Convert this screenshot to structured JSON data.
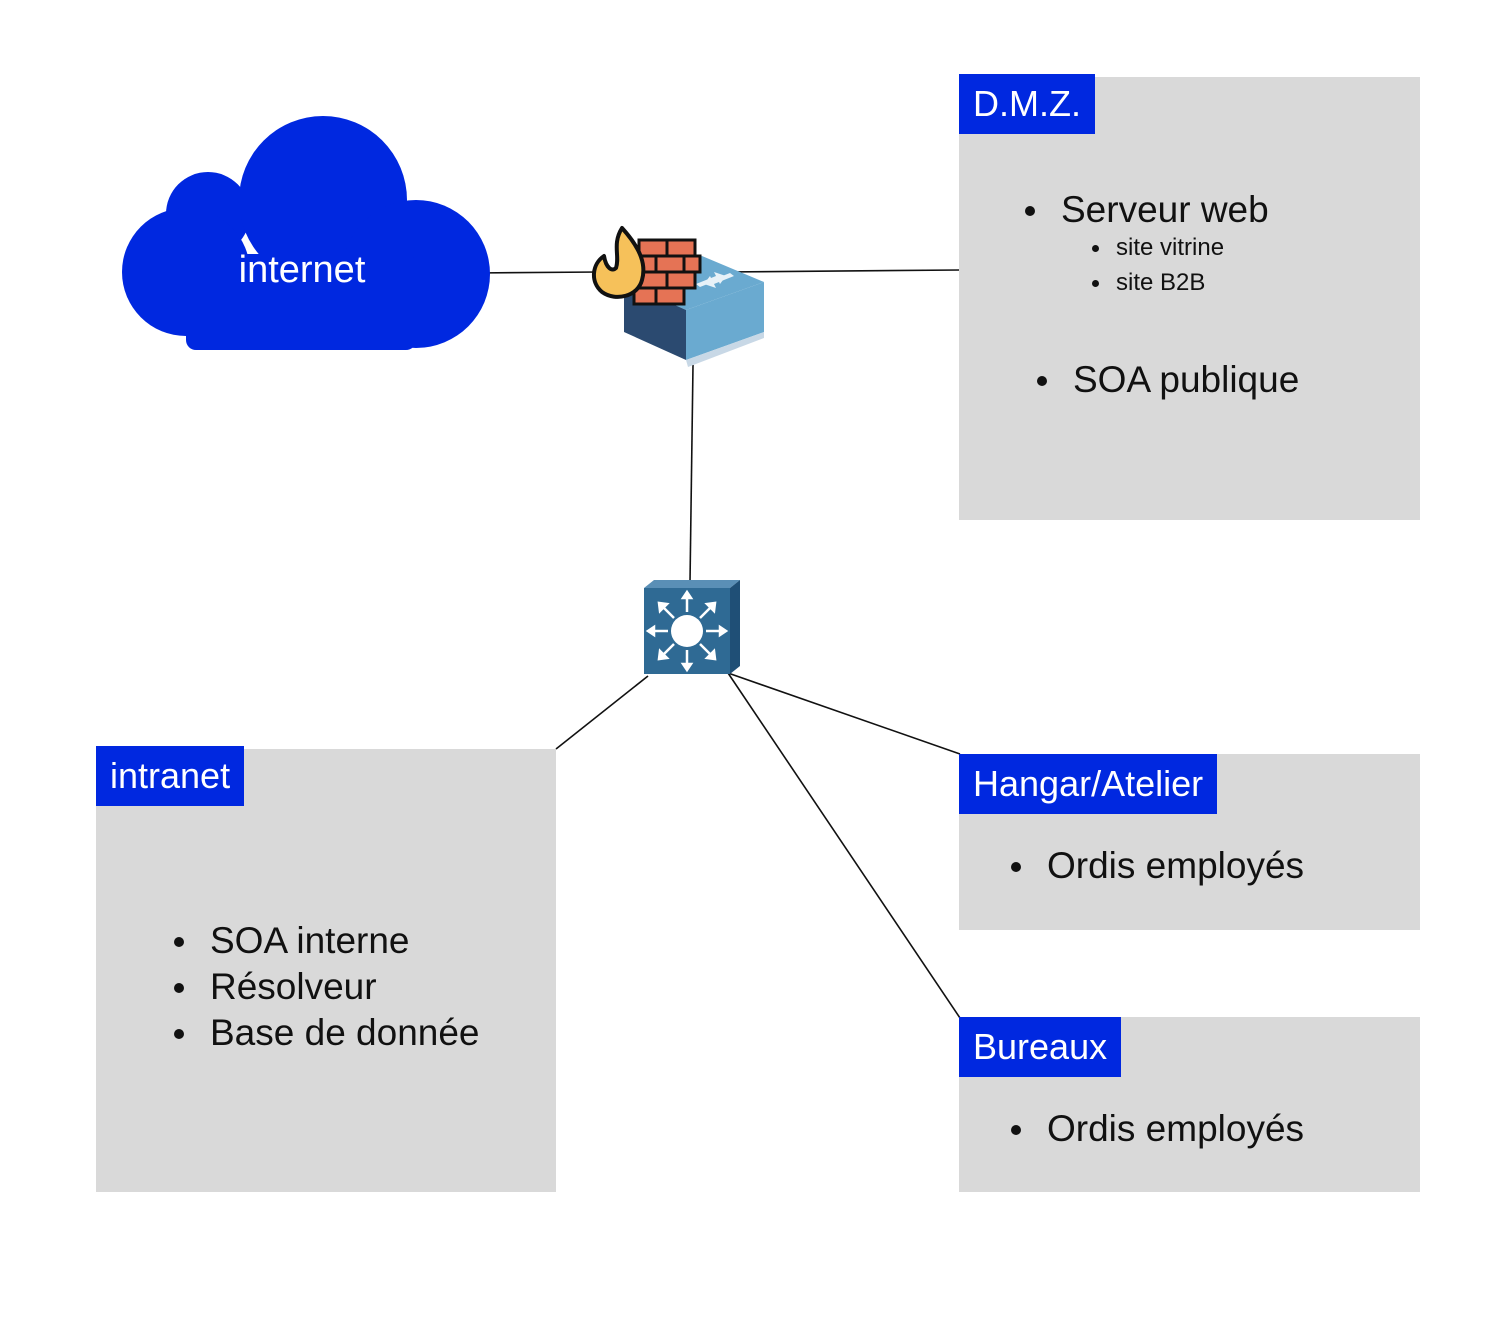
{
  "nodes": {
    "internet": {
      "label": "internet"
    }
  },
  "colors": {
    "accent": "#0028e0",
    "zone_background": "#d9d9d9",
    "cloud": "#0028e0",
    "device_blue": "#2f6a94"
  },
  "icons": {
    "firewall": "firewall-router-icon",
    "switch": "layer3-switch-icon",
    "internet": "cloud-icon"
  },
  "zones": {
    "dmz": {
      "title": "D.M.Z.",
      "items": [
        "Serveur web",
        "SOA publique"
      ],
      "subitems": [
        "site vitrine",
        "site B2B"
      ]
    },
    "intranet": {
      "title": "intranet",
      "items": [
        "SOA interne",
        "Résolveur",
        "Base de donnée"
      ]
    },
    "hangar": {
      "title": "Hangar/Atelier",
      "items": [
        "Ordis employés"
      ]
    },
    "bureaux": {
      "title": "Bureaux",
      "items": [
        "Ordis employés"
      ]
    }
  }
}
